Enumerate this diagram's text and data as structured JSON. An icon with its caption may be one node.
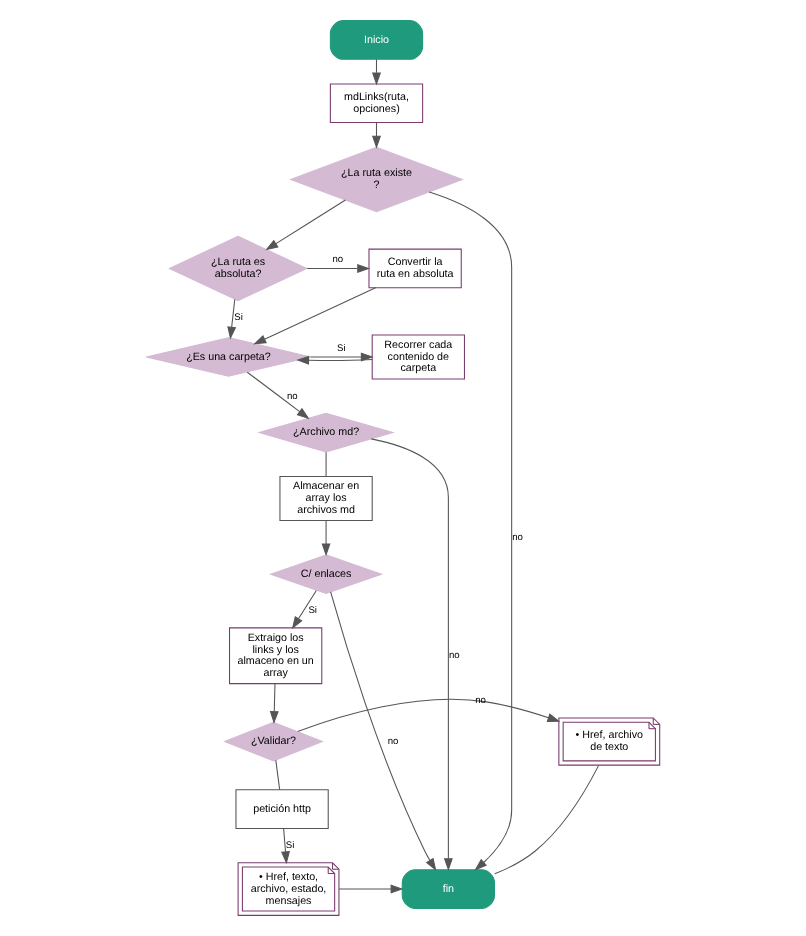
{
  "diagram": {
    "nodes": [
      {
        "text": [
          "Inicio"
        ]
      },
      {
        "text": [
          "mdLinks(ruta, opciones)"
        ]
      },
      {
        "text": [
          "¿La ruta existe ?"
        ]
      },
      {
        "text": [
          "¿La ruta es absoluta?"
        ]
      },
      {
        "text": [
          "Convertir la ruta en absoluta"
        ]
      },
      {
        "text": [
          "Recorrer cada contenido de carpeta"
        ]
      },
      {
        "text": [
          "¿Es una carpeta?"
        ]
      },
      {
        "text": [
          "¿Archivo md?"
        ]
      },
      {
        "text": [
          "Almacenar en array los archivos md"
        ]
      },
      {
        "text": [
          "C/ enlaces"
        ]
      },
      {
        "text": [
          "Extraigo los links y los almaceno en un array"
        ]
      },
      {
        "text": [
          "¿Validar?"
        ]
      },
      {
        "text": [
          "petición http"
        ]
      },
      {
        "text": [
          "• Href, archivo de texto"
        ]
      },
      {
        "text": [
          "• Href, texto, archivo, estado, mensajes"
        ]
      },
      {
        "text": [
          "fin"
        ]
      }
    ],
    "edges": [
      {
        "from": 0,
        "to": 1,
        "arrow": "to"
      },
      {
        "from": 1,
        "to": 2,
        "arrow": "to"
      },
      {
        "from": 2,
        "to": 3,
        "arrow": "to"
      },
      {
        "from": 2,
        "to": 15,
        "arrow": "to",
        "label": "no"
      },
      {
        "from": 3,
        "to": 6,
        "arrow": "to",
        "label": "Si"
      },
      {
        "from": 3,
        "to": 4,
        "arrow": "to",
        "label": "no"
      },
      {
        "from": 4,
        "to": 6,
        "arrow": "to"
      },
      {
        "from": 6,
        "to": 5,
        "arrow": "to",
        "label": "Si"
      },
      {
        "from": 5,
        "to": 6,
        "arrow": "to"
      },
      {
        "from": 6,
        "to": 7,
        "arrow": "to",
        "label": "no"
      },
      {
        "from": 7,
        "to": 8,
        "arrow": "none"
      },
      {
        "from": 7,
        "to": 15,
        "arrow": "to",
        "label": "no"
      },
      {
        "from": 8,
        "to": 9,
        "arrow": "to"
      },
      {
        "from": 9,
        "to": 15,
        "arrow": "to",
        "label": "no"
      },
      {
        "from": 9,
        "to": 10,
        "arrow": "to",
        "label": "Si"
      },
      {
        "from": 10,
        "to": 11,
        "arrow": "to"
      },
      {
        "from": 11,
        "to": 13,
        "arrow": "to",
        "label": "no"
      },
      {
        "from": 13,
        "to": 15,
        "arrow": "none"
      },
      {
        "from": 11,
        "to": 12,
        "arrow": "none"
      },
      {
        "from": 12,
        "to": 14,
        "arrow": "to",
        "label": "Si"
      },
      {
        "from": 14,
        "to": 15,
        "arrow": "to"
      }
    ]
  }
}
